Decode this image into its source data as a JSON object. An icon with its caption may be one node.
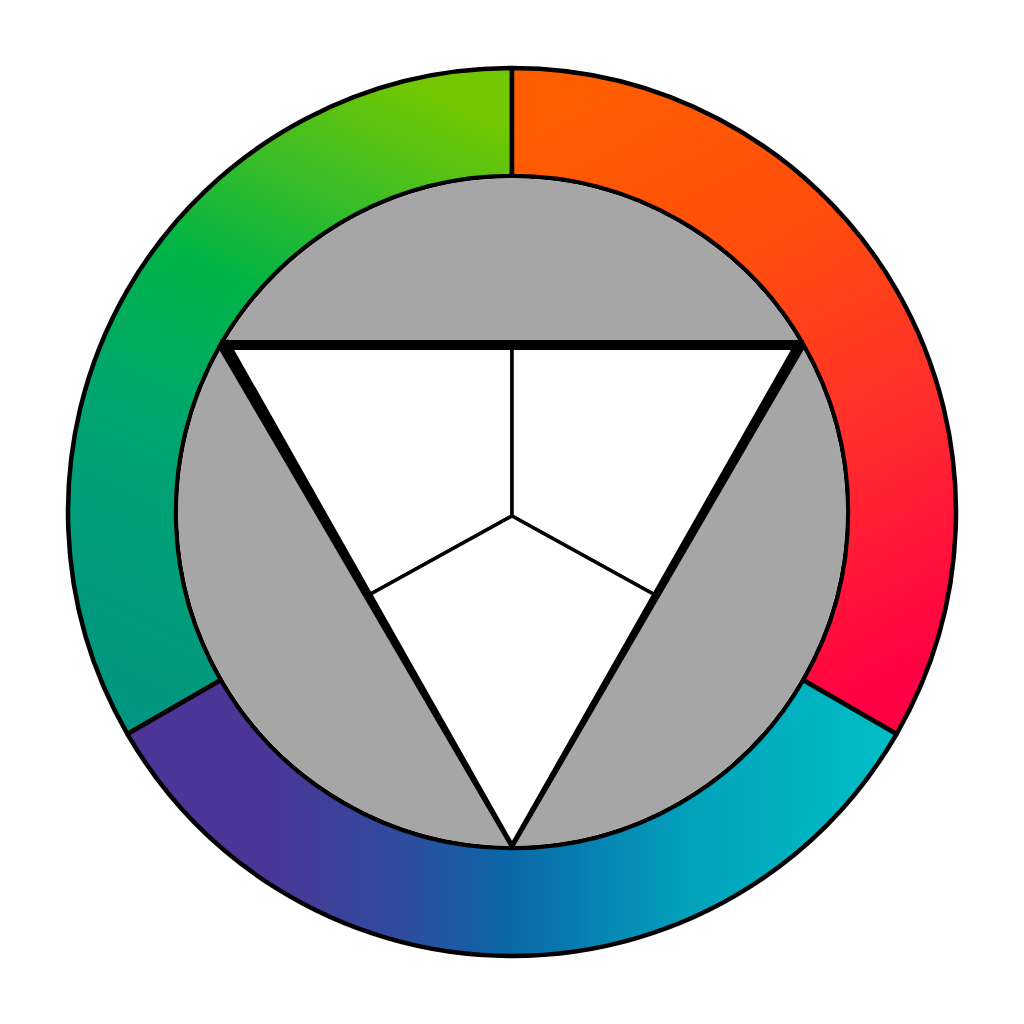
{
  "diagram": {
    "nodes": [
      {
        "text": [],
        "shape": "circle"
      },
      {
        "text": [],
        "shape": "circle",
        "in": 0
      },
      {
        "text": [],
        "shape": "kite",
        "in": 1
      },
      {
        "text": [],
        "shape": "kite",
        "in": 1
      },
      {
        "text": [],
        "shape": "kite",
        "in": 1
      }
    ]
  }
}
